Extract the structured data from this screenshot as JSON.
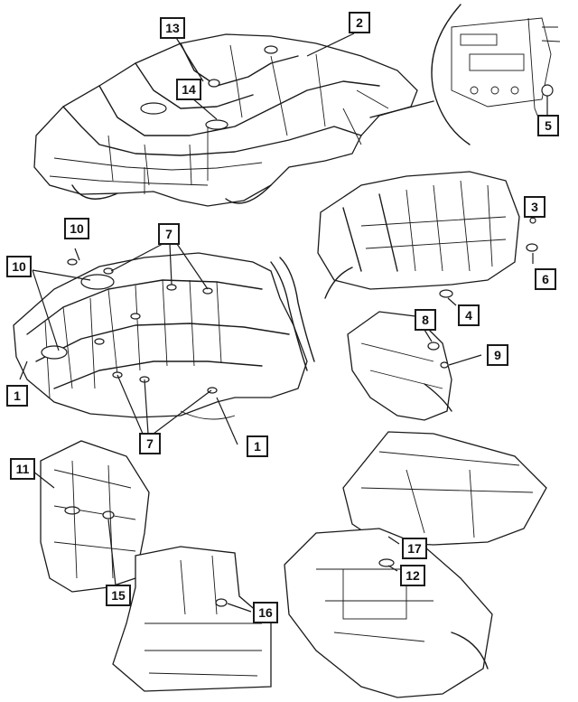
{
  "callouts": {
    "c1a": "1",
    "c1b": "1",
    "c2": "2",
    "c3": "3",
    "c4": "4",
    "c5": "5",
    "c6": "6",
    "c7a": "7",
    "c7b": "7",
    "c8": "8",
    "c9": "9",
    "c10a": "10",
    "c10b": "10",
    "c11": "11",
    "c12": "12",
    "c13": "13",
    "c14": "14",
    "c15": "15",
    "c16": "16",
    "c17": "17"
  },
  "colors": {
    "ink": "#1a1a1a",
    "paper": "#ffffff"
  }
}
